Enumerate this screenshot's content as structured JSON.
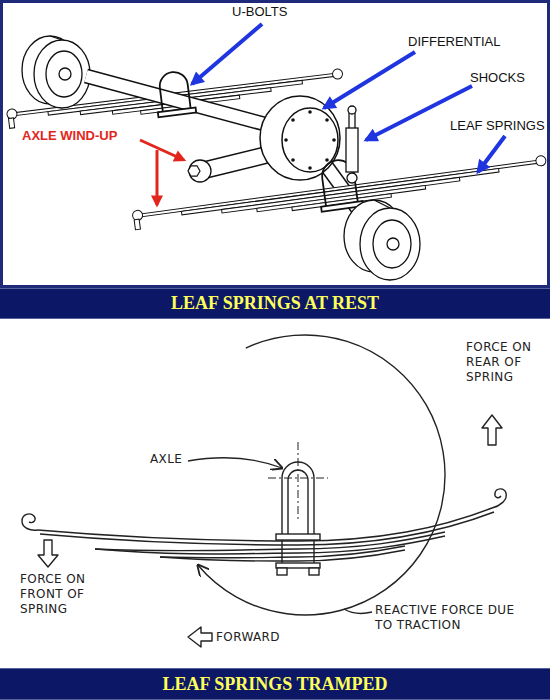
{
  "diagram": {
    "nodes": [
      {
        "text": [
          "LEAF SPRINGS AT REST"
        ]
      },
      {
        "text": [
          "LEAF SPRINGS TRAMPED"
        ]
      }
    ],
    "labels": [
      "U-BOLTS",
      "DIFFERENTIAL",
      "SHOCKS",
      "LEAF SPRINGS",
      "AXLE WIND-UP",
      "AXLE",
      "FORCE ON REAR OF SPRING",
      "FORCE ON FRONT OF SPRING",
      "FORWARD",
      "REACTIVE FORCE DUE TO TRACTION"
    ]
  }
}
